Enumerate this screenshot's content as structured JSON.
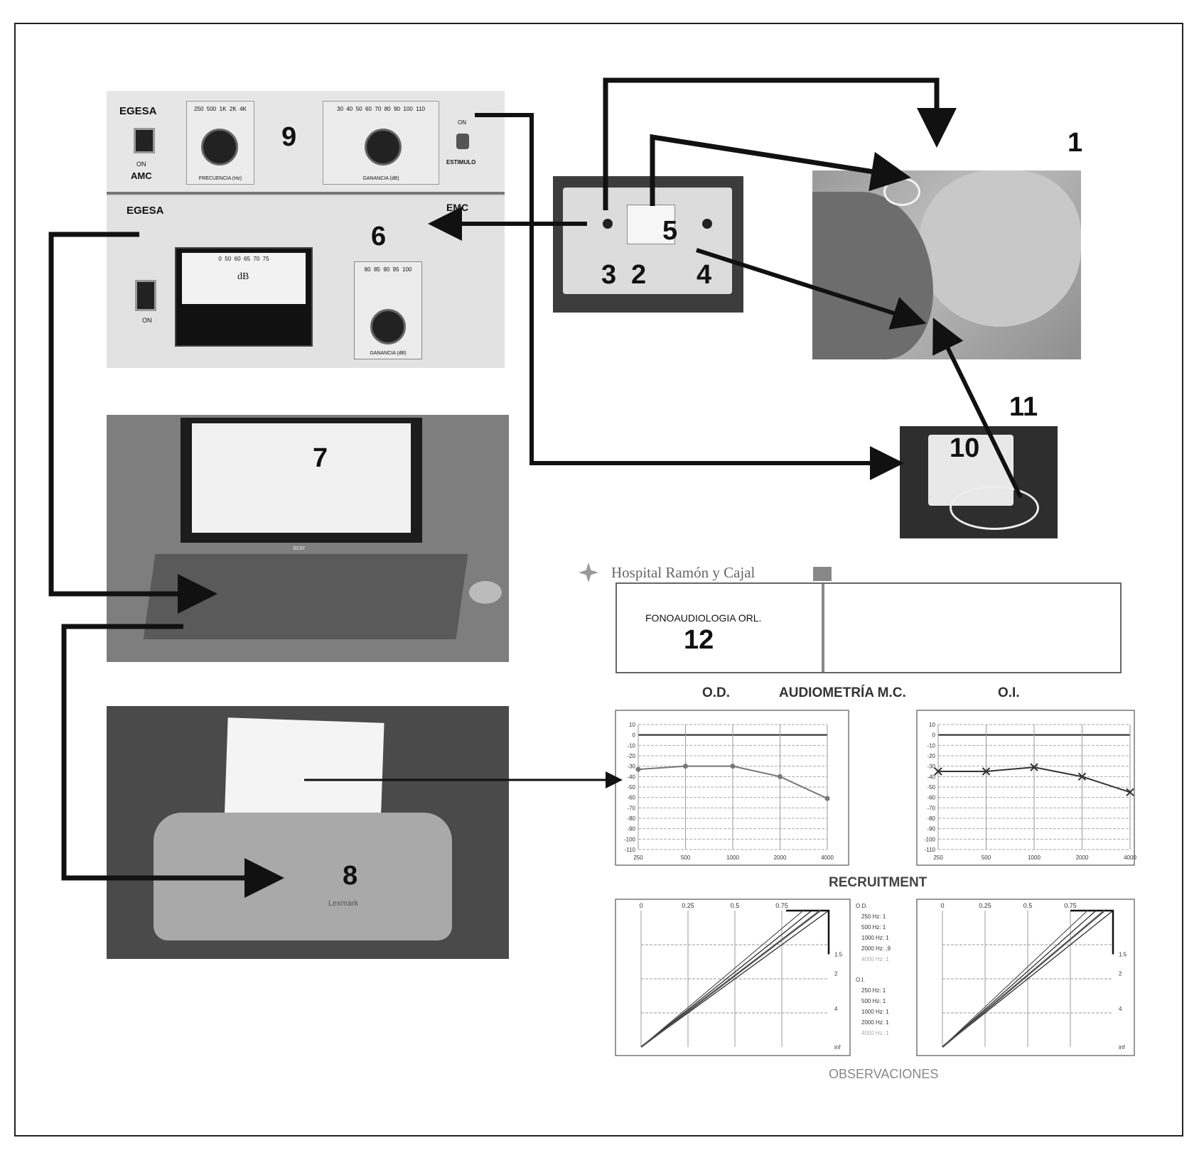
{
  "labels": {
    "n1": "1",
    "n2": "2",
    "n3": "3",
    "n4": "4",
    "n5": "5",
    "n6": "6",
    "n7": "7",
    "n8": "8",
    "n9": "9",
    "n10": "10",
    "n11": "11",
    "n12": "12"
  },
  "device_amc": {
    "brand": "EGESA",
    "model": "AMC",
    "on_label": "ON",
    "freq_ticks": "250  500  1K  2K  4K",
    "freq_label": "FRECUENCIA (Hz)",
    "gain_ticks": "30  40  50  60  70  80  90  100  110",
    "gain_label": "GANANCIA (dB)",
    "stim_on": "ON",
    "stim_label": "ESTIMULO"
  },
  "device_emc": {
    "brand": "EGESA",
    "model": "EMC",
    "on_label": "ON",
    "meter_unit": "dB",
    "meter_ticks": "0  50  60  65  70  75",
    "gain_ticks": "80  85  90  95  100",
    "gain_label": "GANANCIA (dB)"
  },
  "laptop": {
    "brand": "acer"
  },
  "printer": {
    "brand": "Lexmark"
  },
  "report": {
    "hospital": "Hospital Ramón y Cajal",
    "department": "FONOAUDIOLOGIA ORL.",
    "title_od": "O.D.",
    "title_main": "AUDIOMETRÍA M.C.",
    "title_oi": "O.I.",
    "recruitment": "RECRUITMENT",
    "observaciones": "OBSERVACIONES",
    "legend_od": "O.D.",
    "legend_oi": "O.I.",
    "legend_od_items": [
      "250 Hz: 1",
      "500 Hz: 1",
      "1000 Hz: 1",
      "2000 Hz: ,9",
      "4000 Hz: 1"
    ],
    "legend_oi_items": [
      "250 Hz: 1",
      "500 Hz: 1",
      "1000 Hz: 1",
      "2000 Hz: 1",
      "4000 Hz: 1"
    ]
  },
  "chart_data": [
    {
      "type": "line",
      "name": "O.D.",
      "x": [
        "250",
        "500",
        "1000",
        "2000",
        "4000"
      ],
      "y": [
        -33,
        -30,
        -30,
        -40,
        -61
      ],
      "ylim": [
        -110,
        10
      ],
      "yticks": [
        "10",
        "0",
        "-10",
        "-20",
        "-30",
        "-40",
        "-50",
        "-60",
        "-70",
        "-80",
        "-90",
        "-100",
        "-110"
      ]
    },
    {
      "type": "line",
      "name": "O.I.",
      "x": [
        "250",
        "500",
        "1000",
        "2000",
        "4000"
      ],
      "y": [
        -35,
        -35,
        -31,
        -40,
        -55
      ],
      "ylim": [
        -110,
        10
      ],
      "yticks": [
        "10",
        "0",
        "-10",
        "-20",
        "-30",
        "-40",
        "-50",
        "-60",
        "-70",
        "-80",
        "-90",
        "-100",
        "-110"
      ]
    }
  ],
  "recruitment_axes": {
    "top_ticks": [
      "0",
      "0.25",
      "0.5",
      "0.75"
    ],
    "right_ticks": [
      "1.5",
      "2",
      "4",
      "inf"
    ]
  },
  "colors": {
    "arrow": "#111111",
    "photo_bg": "#8a8a8a"
  }
}
